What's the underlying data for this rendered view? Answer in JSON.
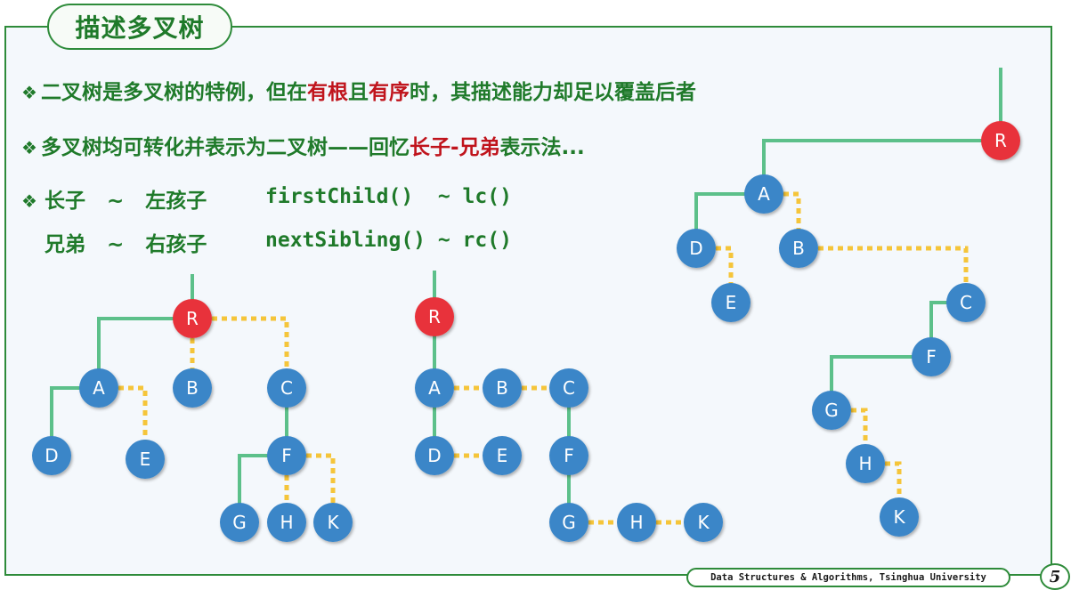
{
  "title": "描述多叉树",
  "bullets": [
    {
      "parts": [
        {
          "text": "二叉树是多叉树的特例，但在",
          "red": false
        },
        {
          "text": "有根",
          "red": true
        },
        {
          "text": "且",
          "red": false
        },
        {
          "text": "有序",
          "red": true
        },
        {
          "text": "时，其描述能力却足以覆盖后者",
          "red": false
        }
      ]
    },
    {
      "parts": [
        {
          "text": "多叉树均可转化并表示为二叉树——回忆",
          "red": false
        },
        {
          "text": "长子-兄弟",
          "red": true
        },
        {
          "text": "表示法...",
          "red": false
        }
      ]
    }
  ],
  "bullet_mark": "❖",
  "mapping": [
    {
      "cn": "长子",
      "tilde": "~",
      "cn2": "左孩子",
      "code": "firstChild()  ~ lc()"
    },
    {
      "cn": "兄弟",
      "tilde": "~",
      "cn2": "右孩子",
      "code": "nextSibling() ~ rc()"
    }
  ],
  "colors": {
    "node": "#3a86c8",
    "root": "#e8313a",
    "child_edge": "#5cc08a",
    "sibling_edge": "#f5c53a",
    "theme_green": "#2e8b3a"
  },
  "diagrams": [
    {
      "name": "multiway-tree",
      "nodes": [
        {
          "id": "R",
          "label": "R",
          "root": true
        },
        {
          "id": "A",
          "label": "A"
        },
        {
          "id": "B",
          "label": "B"
        },
        {
          "id": "C",
          "label": "C"
        },
        {
          "id": "D",
          "label": "D"
        },
        {
          "id": "E",
          "label": "E"
        },
        {
          "id": "F",
          "label": "F"
        },
        {
          "id": "G",
          "label": "G"
        },
        {
          "id": "H",
          "label": "H"
        },
        {
          "id": "K",
          "label": "K"
        }
      ],
      "child_edges": [
        [
          "R",
          "A"
        ],
        [
          "A",
          "D"
        ],
        [
          "C",
          "F"
        ],
        [
          "F",
          "G"
        ]
      ],
      "sibling_edges": [
        [
          "R",
          "C"
        ],
        [
          "R",
          "B"
        ],
        [
          "A",
          "E"
        ],
        [
          "F",
          "K"
        ],
        [
          "F",
          "H"
        ]
      ]
    },
    {
      "name": "child-sibling-grid",
      "nodes": [
        {
          "id": "R",
          "label": "R",
          "root": true
        },
        {
          "id": "A",
          "label": "A"
        },
        {
          "id": "B",
          "label": "B"
        },
        {
          "id": "C",
          "label": "C"
        },
        {
          "id": "D",
          "label": "D"
        },
        {
          "id": "E",
          "label": "E"
        },
        {
          "id": "F",
          "label": "F"
        },
        {
          "id": "G",
          "label": "G"
        },
        {
          "id": "H",
          "label": "H"
        },
        {
          "id": "K",
          "label": "K"
        }
      ],
      "child_edges": [
        [
          "R",
          "A"
        ],
        [
          "A",
          "D"
        ],
        [
          "C",
          "F"
        ],
        [
          "F",
          "G"
        ]
      ],
      "sibling_edges": [
        [
          "A",
          "B"
        ],
        [
          "B",
          "C"
        ],
        [
          "D",
          "E"
        ],
        [
          "G",
          "H"
        ],
        [
          "H",
          "K"
        ]
      ]
    },
    {
      "name": "binary-tree",
      "nodes": [
        {
          "id": "R",
          "label": "R",
          "root": true
        },
        {
          "id": "A",
          "label": "A"
        },
        {
          "id": "B",
          "label": "B"
        },
        {
          "id": "C",
          "label": "C"
        },
        {
          "id": "D",
          "label": "D"
        },
        {
          "id": "E",
          "label": "E"
        },
        {
          "id": "F",
          "label": "F"
        },
        {
          "id": "G",
          "label": "G"
        },
        {
          "id": "H",
          "label": "H"
        },
        {
          "id": "K",
          "label": "K"
        }
      ],
      "child_edges": [
        [
          "R",
          "A"
        ],
        [
          "A",
          "D"
        ],
        [
          "C",
          "F"
        ],
        [
          "F",
          "G"
        ]
      ],
      "sibling_edges": [
        [
          "A",
          "B"
        ],
        [
          "D",
          "E"
        ],
        [
          "B",
          "C"
        ],
        [
          "G",
          "H"
        ],
        [
          "H",
          "K"
        ]
      ]
    }
  ],
  "footer": "Data Structures & Algorithms, Tsinghua University",
  "page_number": "5"
}
